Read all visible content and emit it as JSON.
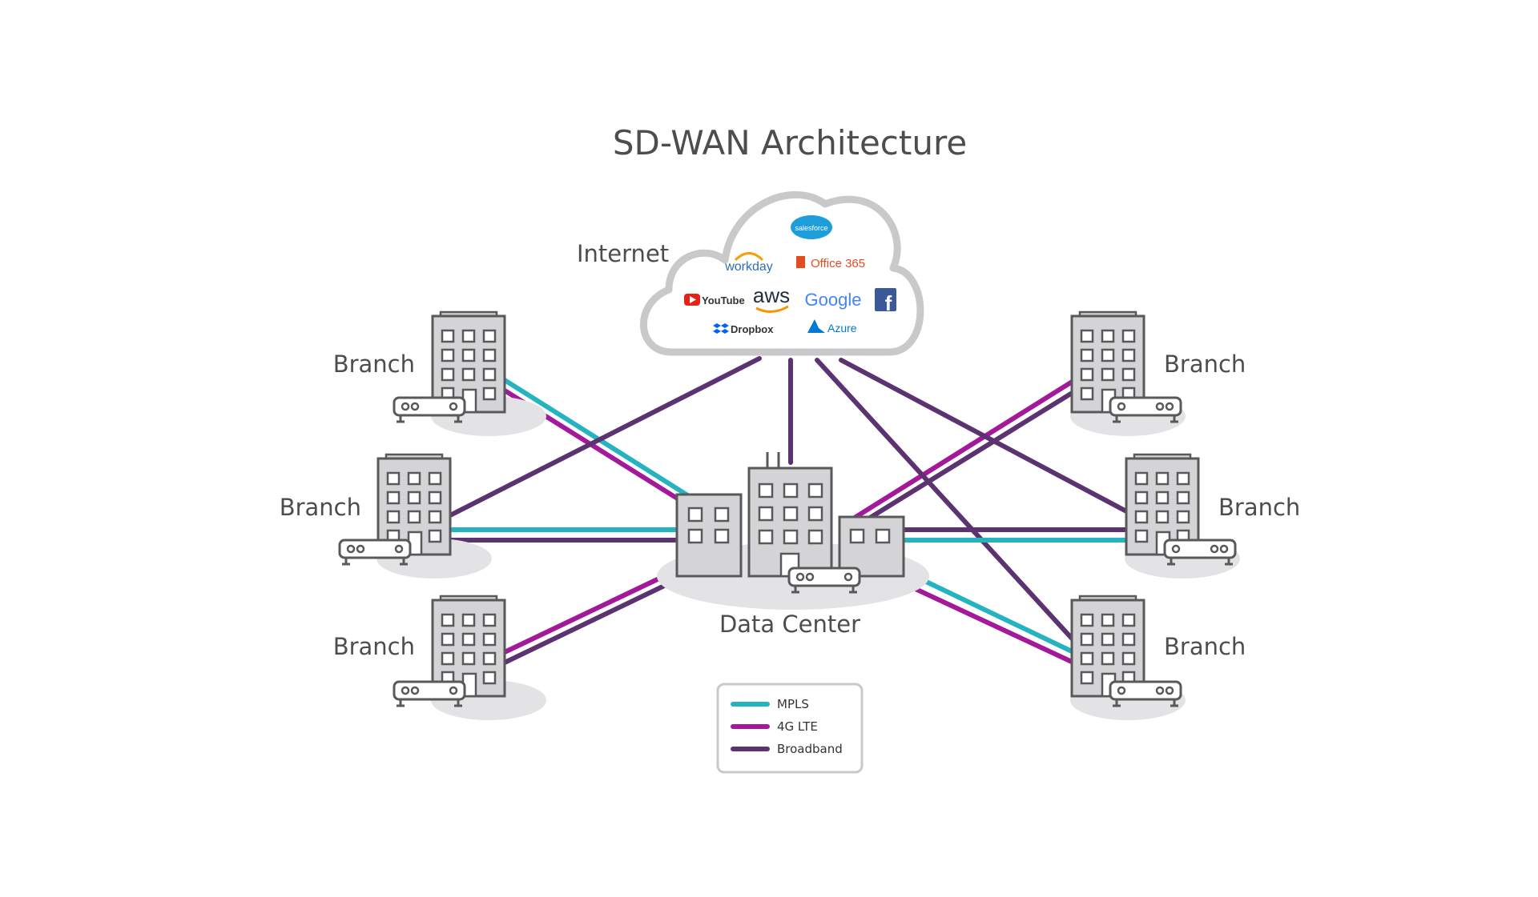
{
  "title": "SD-WAN Architecture",
  "internet_label": "Internet",
  "datacenter_label": "Data Center",
  "branch_labels": [
    "Branch",
    "Branch",
    "Branch",
    "Branch",
    "Branch",
    "Branch"
  ],
  "cloud_services": {
    "salesforce": "salesforce",
    "workday": "workday",
    "office365": "Office 365",
    "youtube": "YouTube",
    "aws": "aws",
    "google": "Google",
    "facebook": "f",
    "dropbox": "Dropbox",
    "azure": "Azure"
  },
  "legend": [
    {
      "label": "MPLS",
      "color": "#25b3bf"
    },
    {
      "label": "4G LTE",
      "color": "#a4199a"
    },
    {
      "label": "Broadband",
      "color": "#5c3371"
    }
  ],
  "colors": {
    "mpls": "#25b3bf",
    "lte": "#a4199a",
    "broadband": "#5c3371",
    "building_fill": "#d4d4d6",
    "building_stroke": "#58595b",
    "shadow": "#e3e3e5",
    "cloud_stroke": "#c9c9cb"
  }
}
